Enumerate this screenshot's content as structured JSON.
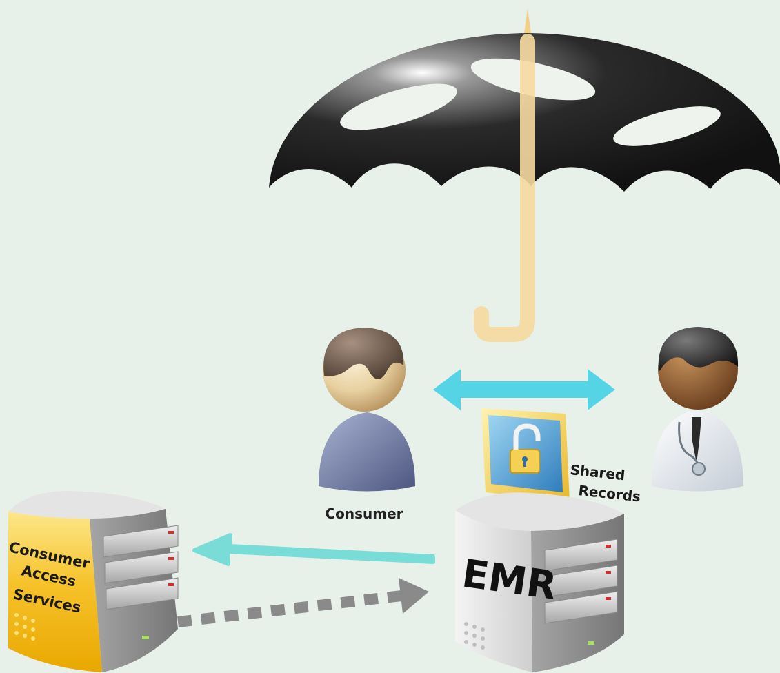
{
  "labels": {
    "consumer": "Consumer",
    "shared_line1": "Shared",
    "shared_line2": "Records",
    "emr": "EMR",
    "cas_line1": "Consumer",
    "cas_line2": "Access",
    "cas_line3": "Services"
  },
  "colors": {
    "background": "#e8f0ea",
    "umbrella_canopy": "#1a1a1a",
    "umbrella_handle": "#f6d9a0",
    "arrow_primary": "#55d4e6",
    "arrow_return": "#7adcd6",
    "arrow_dashed": "#8a8a8a",
    "server_panel": "#f2b400",
    "server_body": "#d8d8d8"
  },
  "icons": [
    "umbrella-icon",
    "consumer-person-icon",
    "doctor-person-icon",
    "monitor-unlock-icon",
    "emr-server-icon",
    "consumer-access-server-icon"
  ]
}
